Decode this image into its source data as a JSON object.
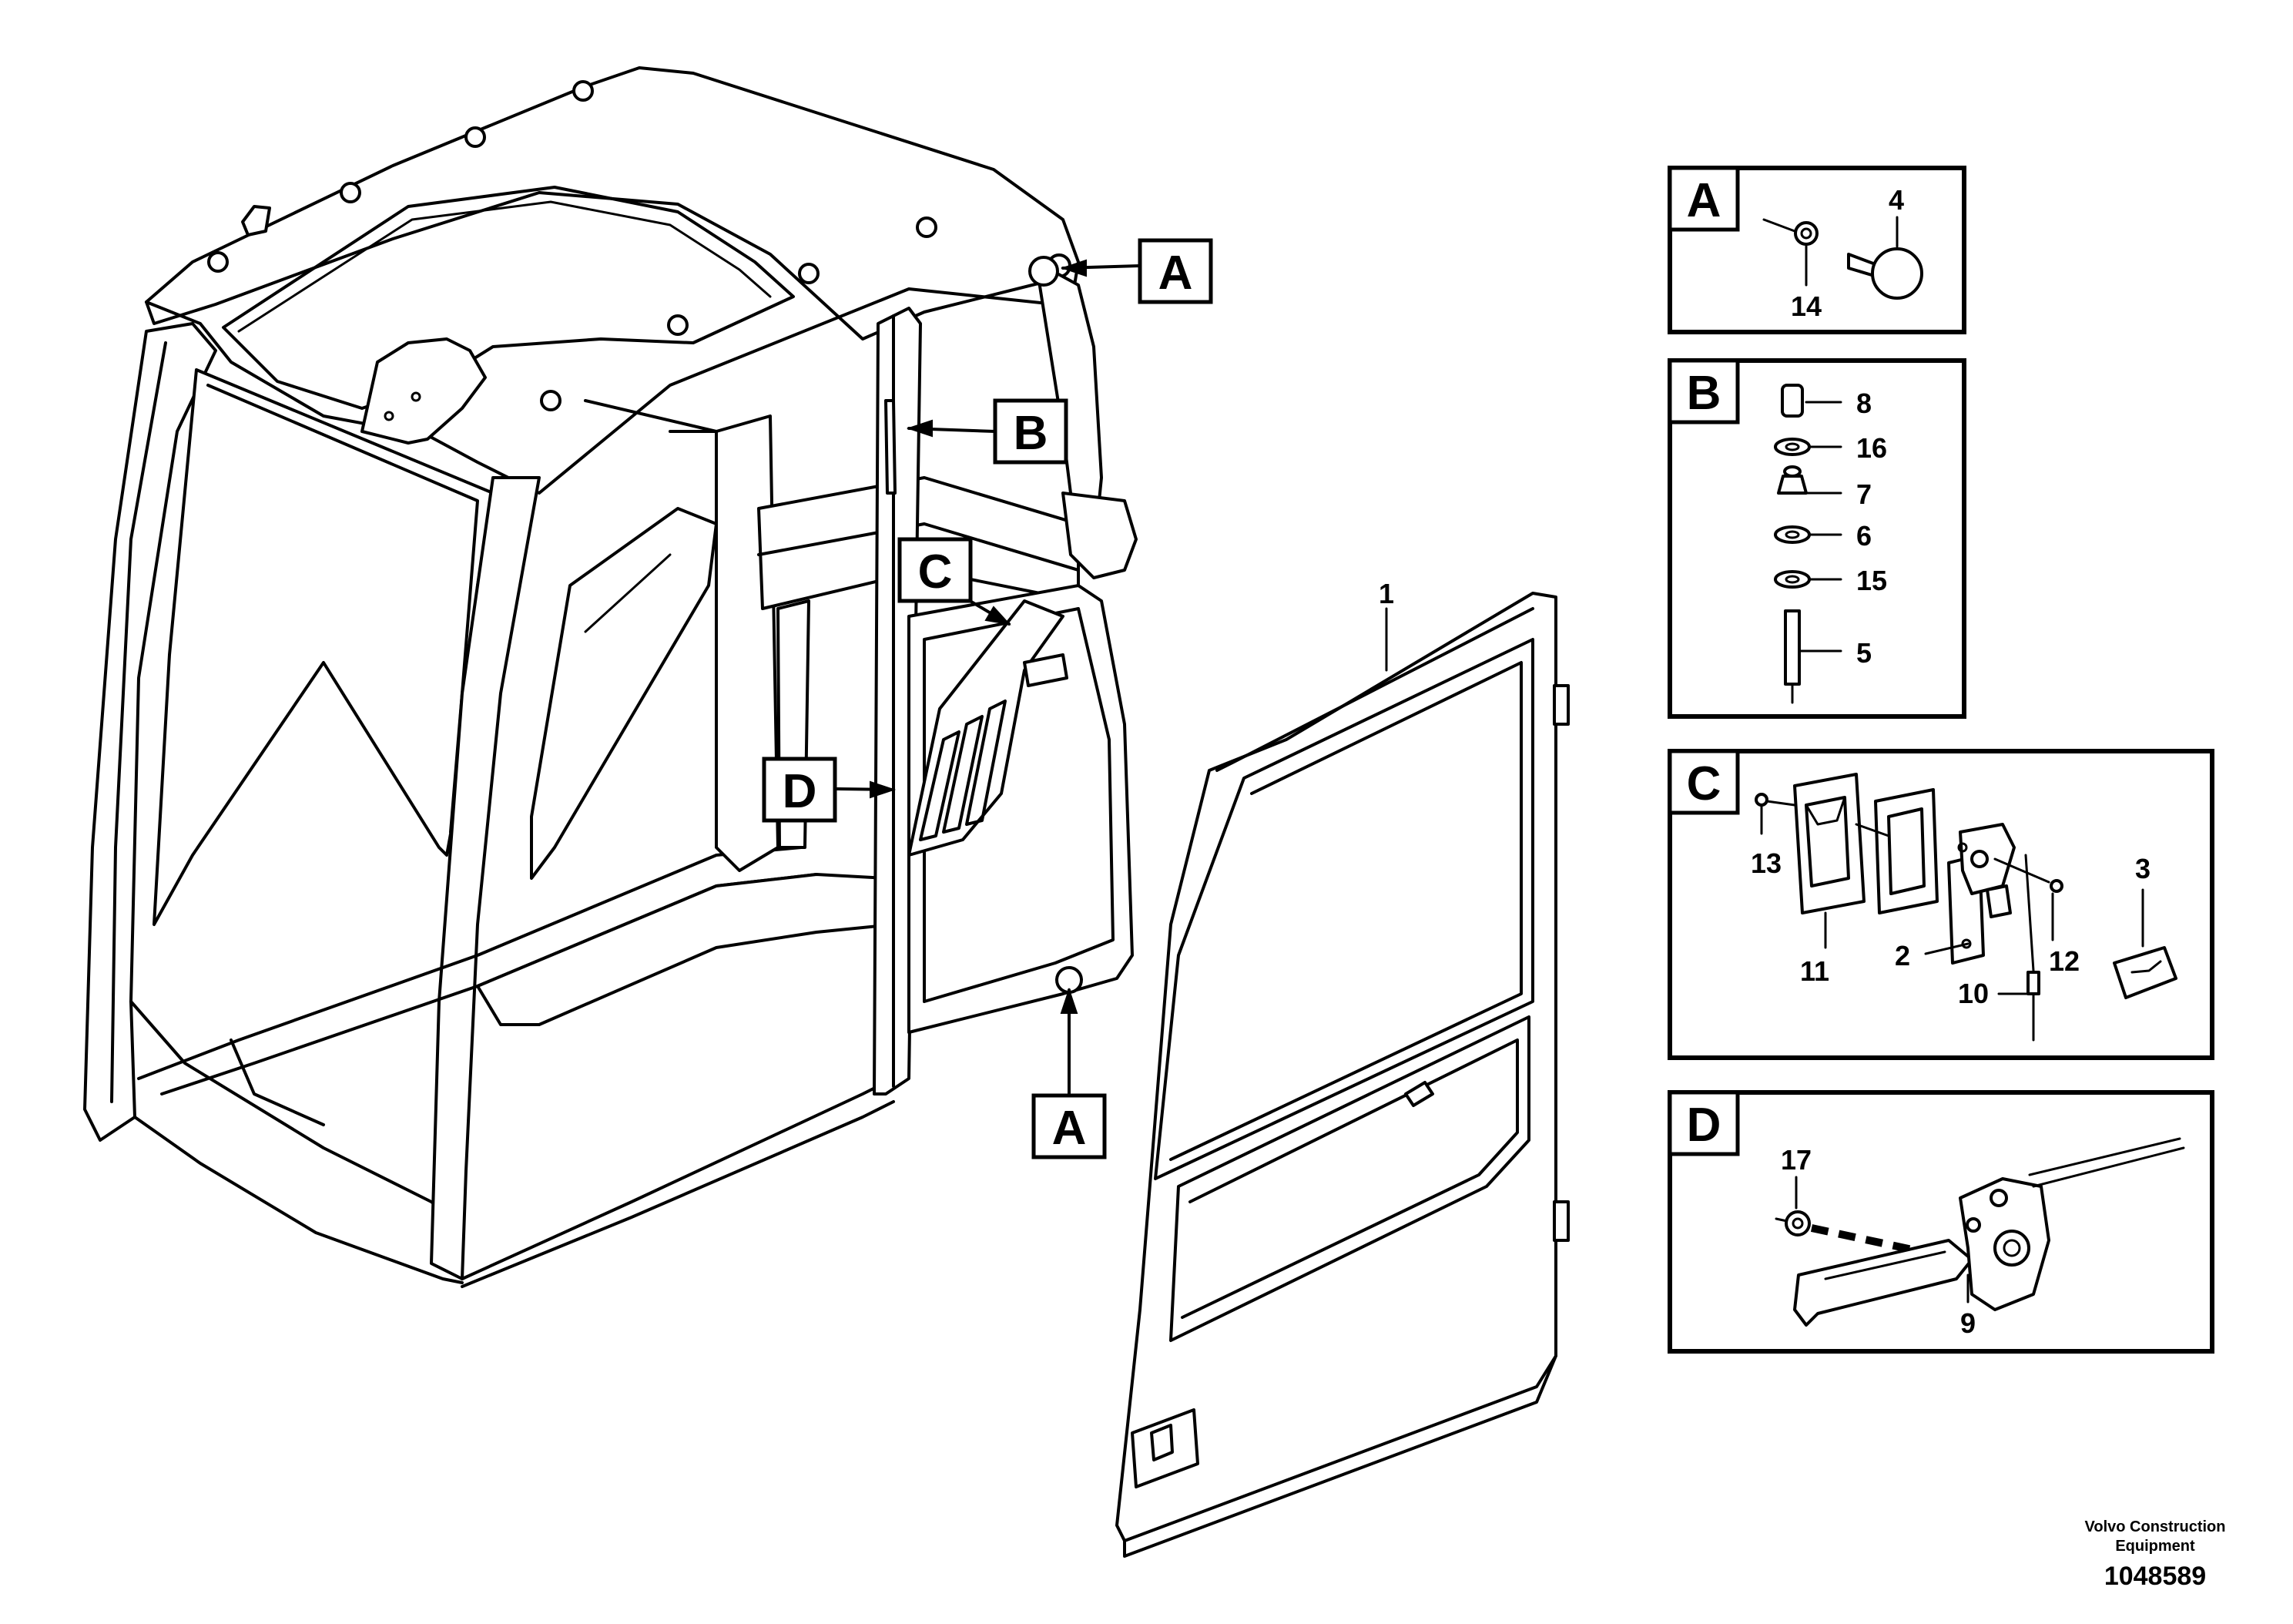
{
  "callouts": {
    "main_a_top": "A",
    "main_b": "B",
    "main_c": "C",
    "main_d": "D",
    "main_a_bottom": "A"
  },
  "details": {
    "a": {
      "letter": "A",
      "labels": [
        "4",
        "14"
      ]
    },
    "b": {
      "letter": "B",
      "labels": [
        "8",
        "16",
        "7",
        "6",
        "15",
        "5"
      ]
    },
    "c": {
      "letter": "C",
      "labels": [
        "13",
        "11",
        "2",
        "12",
        "10",
        "3"
      ]
    },
    "d": {
      "letter": "D",
      "labels": [
        "17",
        "9"
      ]
    }
  },
  "door_label": "1",
  "footer": {
    "brand_line1": "Volvo Construction",
    "brand_line2": "Equipment",
    "drawing_number": "1048589"
  }
}
